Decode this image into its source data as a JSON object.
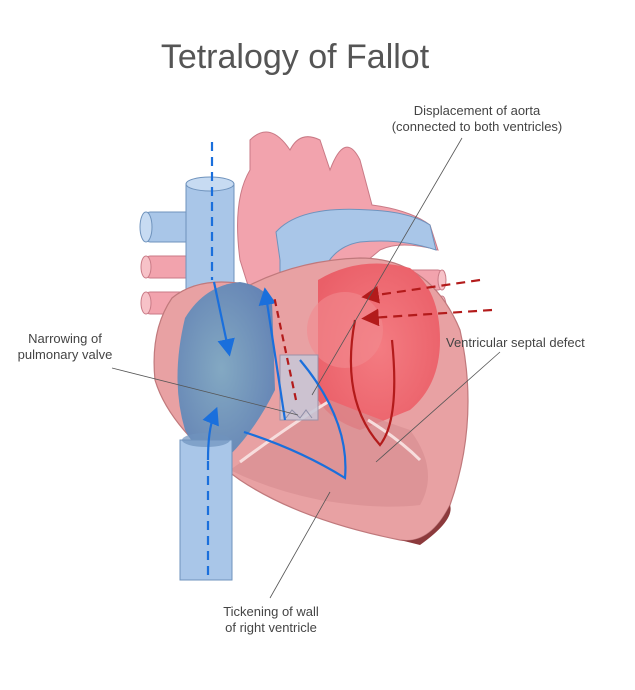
{
  "title": "Tetralogy of Fallot",
  "labels": {
    "aorta_line1": "Displacement of aorta",
    "aorta_line2": "(connected to both ventricles)",
    "valve_line1": "Narrowing of",
    "valve_line2": "pulmonary valve",
    "septal": "Ventricular septal defect",
    "wall_line1": "Tickening of wall",
    "wall_line2": "of right ventricle"
  },
  "colors": {
    "deoxygenated": "#1a6fdc",
    "oxygenated": "#b31b1b",
    "vein_fill": "#a9c6e8",
    "artery_fill": "#f2a3ad",
    "heart_wall": "#e8a1a3"
  }
}
